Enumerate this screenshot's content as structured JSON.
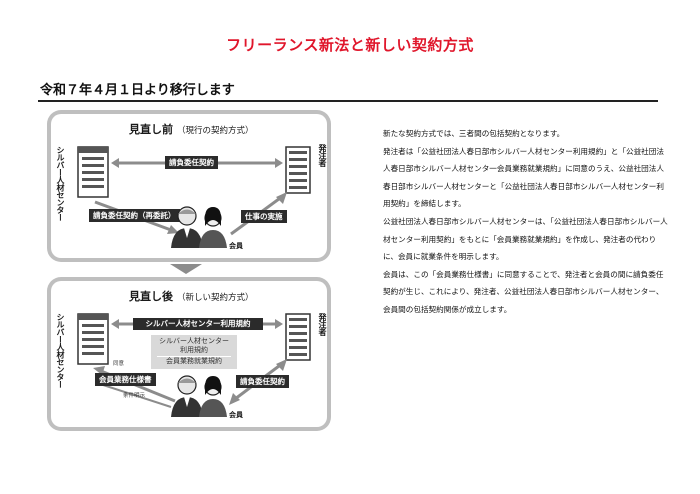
{
  "document": {
    "title": "フリーランス新法と新しい契約方式",
    "subtitle": "令和７年４月１日より移行します"
  },
  "before": {
    "heading": "見直し前",
    "heading_note": "（現行の契約方式）",
    "center_label": "シルバー人材センター",
    "client_label": "発注者",
    "contract_top": "請負委任契約",
    "contract_re": "請負委任契約（再委託）",
    "work": "仕事の実施",
    "member": "会員"
  },
  "after": {
    "heading": "見直し後",
    "heading_note": "（新しい契約方式）",
    "center_label": "シルバー人材センター",
    "client_label": "発注者",
    "top_bar": "シルバー人材センター利用規約",
    "grey_box_line1": "シルバー人材センター",
    "grey_box_line2": "利用規約",
    "grey_box_line3": "会員業務就業規約",
    "spec": "会員業務仕様書",
    "consent": "同意",
    "conditions": "条件明示",
    "contract": "請負委任契約",
    "member": "会員"
  },
  "body": {
    "paragraphs": [
      "新たな契約方式では、三者間の包括契約となります。",
      "発注者は「公益社団法人春日部市シルバー人材センター利用規約」と「公益社団法人春日部市シルバー人材センタ一会員業務就業規約」に同意のうえ、公益社団法人春日部市シルバー人材センターと「公益社団法人春日部市シルバ一人材センター利用契約」を締結します。",
      "公益社団法人春日部市シルバー人材センターは、「公益社団法人春日部市シルバー人材センター利用契約」をもとに「会員業務就業規約」を作成し、発注者の代わりに、会員に就業条件を明示します。",
      "会員は、この「会員業務仕様書」に同意することで、発注者と会員の間に請負委任契約が生じ、これにより、発注者、公益社団法人春日部市シルバー人材センター、会員間の包括契約関係が成立します。"
    ]
  },
  "colors": {
    "title_red": "#e0162b",
    "panel_grey": "#bfbfbf",
    "dark_tag": "#2b2b2b"
  },
  "icons": [
    "building-icon",
    "people-icon",
    "arrow-icon"
  ]
}
